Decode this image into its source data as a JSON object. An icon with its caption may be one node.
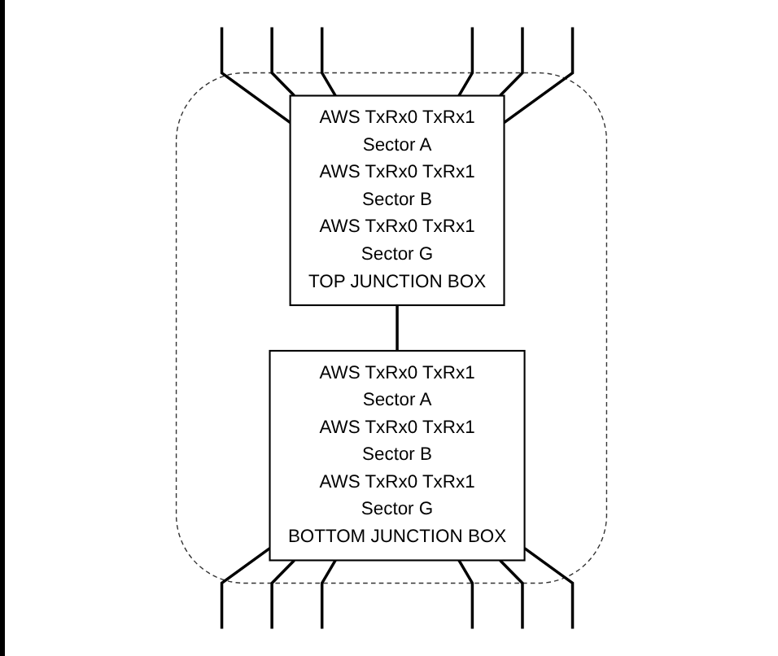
{
  "diagram": {
    "nodes": [
      {
        "text": [],
        "shape": "cloud"
      },
      {
        "text": [
          "AWS TxRx0 TxRx1",
          "Sector A",
          "AWS TxRx0 TxRx1",
          "Sector B",
          "AWS TxRx0 TxRx1",
          "Sector G",
          "TOP JUNCTION BOX"
        ],
        "in": 0
      },
      {
        "text": [
          "AWS TxRx0 TxRx1",
          "Sector A",
          "AWS TxRx0 TxRx1",
          "Sector B",
          "AWS TxRx0 TxRx1",
          "Sector G",
          "BOTTOM JUNCTION BOX"
        ],
        "in": 0
      }
    ],
    "edges": [
      {
        "from": null,
        "to": 1,
        "arrow": "none"
      },
      {
        "from": null,
        "to": 1,
        "arrow": "none"
      },
      {
        "from": null,
        "to": 1,
        "arrow": "none"
      },
      {
        "from": null,
        "to": 1,
        "arrow": "none"
      },
      {
        "from": null,
        "to": 1,
        "arrow": "none"
      },
      {
        "from": null,
        "to": 1,
        "arrow": "none"
      },
      {
        "from": 1,
        "to": 2,
        "arrow": "none"
      },
      {
        "from": 2,
        "to": null,
        "arrow": "none"
      },
      {
        "from": 2,
        "to": null,
        "arrow": "none"
      },
      {
        "from": 2,
        "to": null,
        "arrow": "none"
      },
      {
        "from": 2,
        "to": null,
        "arrow": "none"
      },
      {
        "from": 2,
        "to": null,
        "arrow": "none"
      },
      {
        "from": 2,
        "to": null,
        "arrow": "none"
      }
    ]
  }
}
